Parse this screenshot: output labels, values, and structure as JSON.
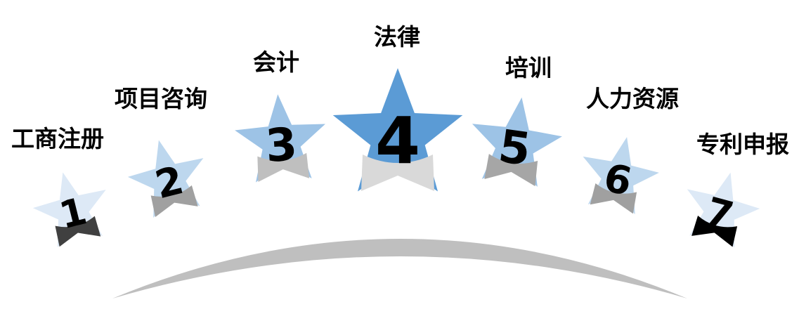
{
  "items": [
    {
      "number": "1",
      "label": "工商注册",
      "star_color": "#dde9f6",
      "ribbon_color": "#404040"
    },
    {
      "number": "2",
      "label": "项目咨询",
      "star_color": "#bdd7ee",
      "ribbon_color": "#a0a0a0"
    },
    {
      "number": "3",
      "label": "会计",
      "star_color": "#9dc3e6",
      "ribbon_color": "#bfbfbf"
    },
    {
      "number": "4",
      "label": "法律",
      "star_color": "#5b9bd5",
      "ribbon_color": "#d9d9d9"
    },
    {
      "number": "5",
      "label": "培训",
      "star_color": "#9dc3e6",
      "ribbon_color": "#a6a6a6"
    },
    {
      "number": "6",
      "label": "人力资源",
      "star_color": "#bdd7ee",
      "ribbon_color": "#a0a0a0"
    },
    {
      "number": "7",
      "label": "专利申报",
      "star_color": "#dde9f6",
      "ribbon_color": "#000000"
    }
  ],
  "arc_color": "#bfbfbf"
}
